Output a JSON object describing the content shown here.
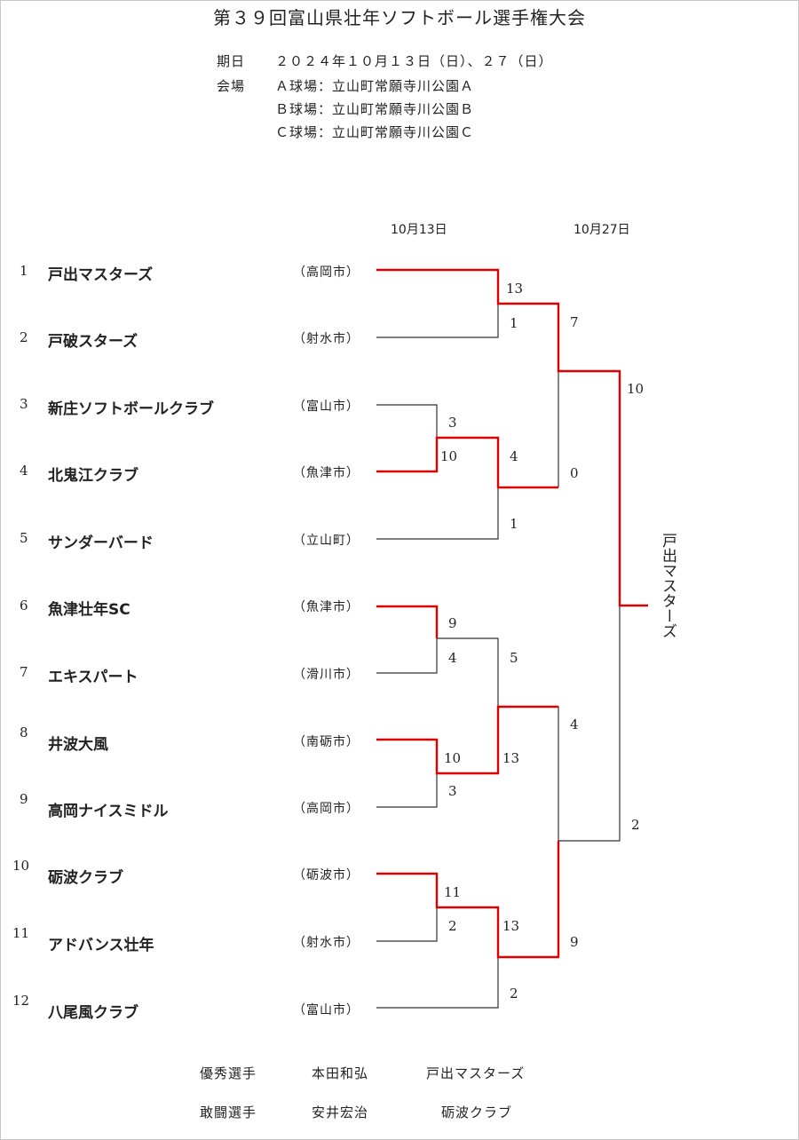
{
  "title": "第３９回富山県壮年ソフトボール選手権大会",
  "schedule": {
    "date_label": "期日",
    "date_value": "２０２４年１０月１３日（日）、２７（日）",
    "venue_label": "会場",
    "venues": [
      "Ａ球場：立山町常願寺川公園Ａ",
      "Ｂ球場：立山町常願寺川公園Ｂ",
      "Ｃ球場：立山町常願寺川公園Ｃ"
    ]
  },
  "round_dates": [
    "10月13日",
    "10月27日"
  ],
  "teams": [
    {
      "no": "1",
      "name": "戸出マスターズ",
      "city": "（高岡市）"
    },
    {
      "no": "2",
      "name": "戸破スターズ",
      "city": "（射水市）"
    },
    {
      "no": "3",
      "name": "新庄ソフトボールクラブ",
      "city": "（富山市）"
    },
    {
      "no": "4",
      "name": "北鬼江クラブ",
      "city": "（魚津市）"
    },
    {
      "no": "5",
      "name": "サンダーバード",
      "city": "（立山町）"
    },
    {
      "no": "6",
      "name": "魚津壮年SC",
      "city": "（魚津市）"
    },
    {
      "no": "7",
      "name": "エキスパート",
      "city": "（滑川市）"
    },
    {
      "no": "8",
      "name": "井波大風",
      "city": "（南砺市）"
    },
    {
      "no": "9",
      "name": "高岡ナイスミドル",
      "city": "（高岡市）"
    },
    {
      "no": "10",
      "name": "砺波クラブ",
      "city": "（砺波市）"
    },
    {
      "no": "11",
      "name": "アドバンス壮年",
      "city": "（射水市）"
    },
    {
      "no": "12",
      "name": "八尾風クラブ",
      "city": "（富山市）"
    }
  ],
  "scores": {
    "m1_a": "13",
    "m1_b": "1",
    "m2_a": "3",
    "m2_b": "10",
    "m3_a": "9",
    "m3_b": "4",
    "m4_a": "10",
    "m4_b": "3",
    "m5_a": "11",
    "m5_b": "2",
    "m6_a": "4",
    "m6_b": "1",
    "m7_a": "5",
    "m7_b": "13",
    "m8_a": "13",
    "m8_b": "2",
    "sf1_a": "7",
    "sf1_b": "0",
    "sf2_a": "4",
    "sf2_b": "9",
    "final_a": "10",
    "final_b": "2"
  },
  "champion": "戸出マスターズ",
  "awards": [
    {
      "label": "優秀選手",
      "name": "本田和弘",
      "team": "戸出マスターズ"
    },
    {
      "label": "敢闘選手",
      "name": "安井宏治",
      "team": "砺波クラブ"
    }
  ],
  "colors": {
    "winner_line": "#e00000",
    "normal_line": "#333333"
  }
}
